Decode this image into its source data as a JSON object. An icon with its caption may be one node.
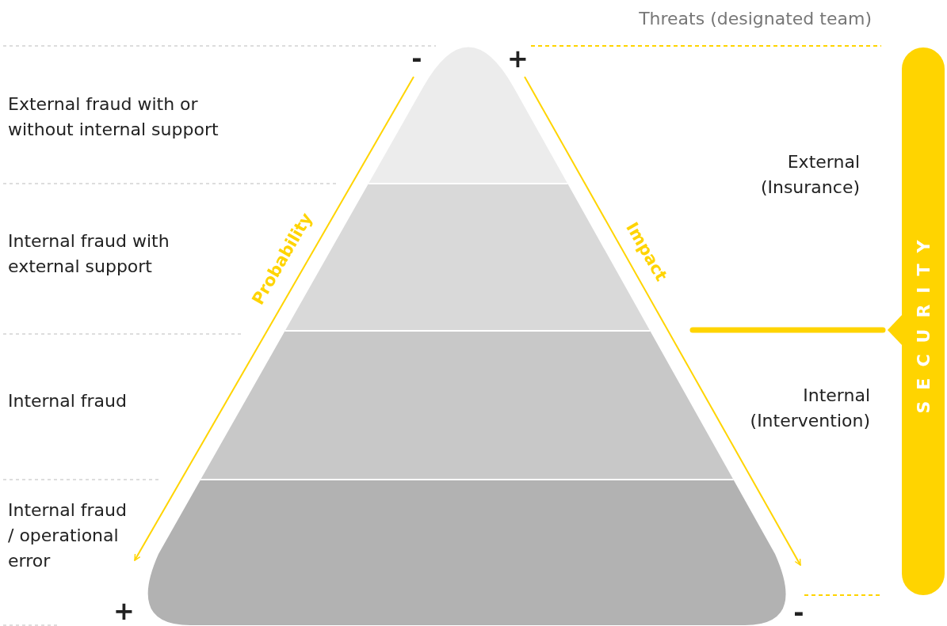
{
  "diagram": {
    "nodes": [
      {
        "text": [
          "SECURITY"
        ]
      }
    ],
    "labels": [
      "Threats (designated team)",
      "-",
      "+",
      "External fraud with or without internal support",
      "External (Insurance)",
      "Internal fraud with external support",
      "Probability",
      "Impact",
      "Internal fraud",
      "Internal (Intervention)",
      "Internal fraud / operational error",
      "+",
      "-"
    ]
  }
}
